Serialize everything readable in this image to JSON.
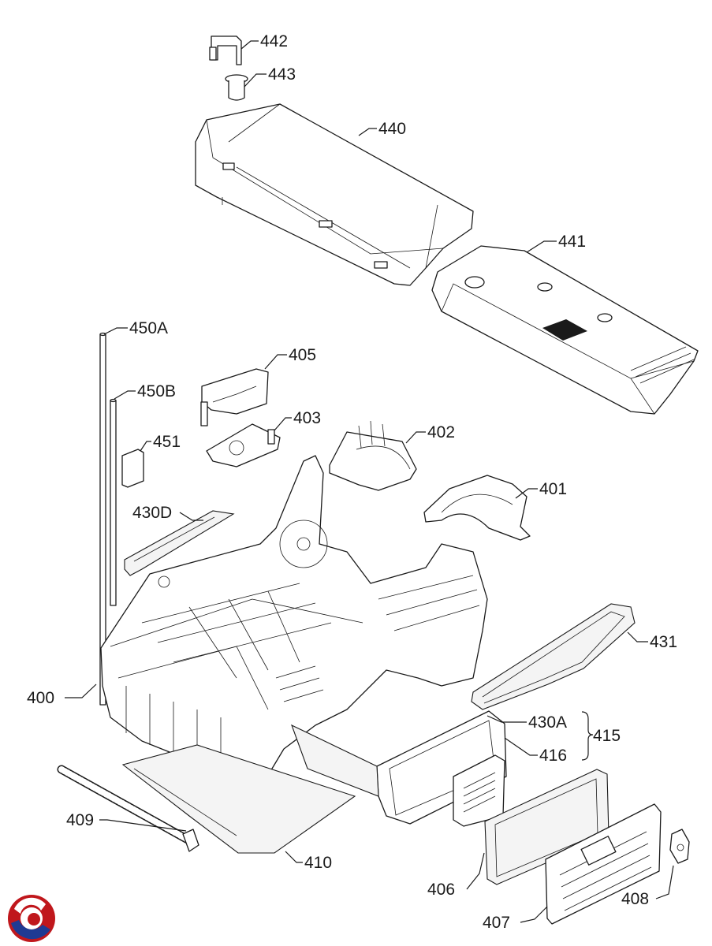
{
  "callouts": {
    "c442": "442",
    "c443": "443",
    "c440": "440",
    "c441": "441",
    "c450a": "450A",
    "c450b": "450B",
    "c405": "405",
    "c403": "403",
    "c402": "402",
    "c451": "451",
    "c401": "401",
    "c430d": "430D",
    "c431": "431",
    "c400": "400",
    "c430a": "430A",
    "c415": "415",
    "c416": "416",
    "c409": "409",
    "c410": "410",
    "c406": "406",
    "c408": "408",
    "c407": "407"
  },
  "logo": {
    "colors": [
      "#c0171c",
      "#1f3a93"
    ]
  },
  "line_color": "#1a1a1a"
}
